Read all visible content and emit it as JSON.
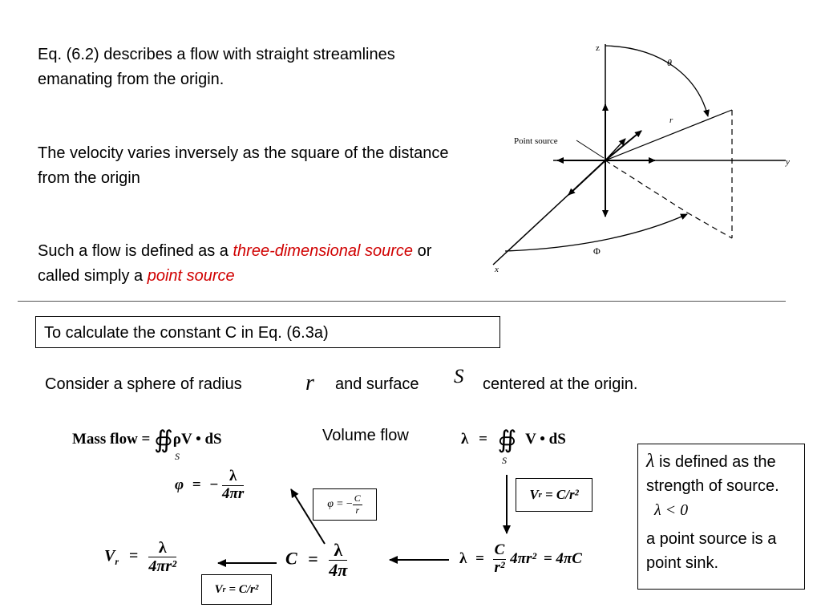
{
  "para1": "Eq. (6.2) describes a flow with straight streamlines emanating from the origin.",
  "para2": "The velocity varies inversely as the square of the distance from the origin",
  "para3": {
    "prefix": "Such a flow is defined as a ",
    "term1": "three-dimensional source",
    "middle": " or called simply a ",
    "term2": "point source"
  },
  "box_title": "To calculate the constant C in Eq. (6.3a)",
  "consider": {
    "part1": "Consider a sphere of radius",
    "r": "r",
    "part2": "and surface",
    "S": "S",
    "part3": "centered at the origin."
  },
  "mass_flow_label": "Mass flow =",
  "volume_flow_label": "Volume flow",
  "lambda_box": {
    "lambda": "λ",
    "line1": " is defined as the strength of source.",
    "condition": "λ < 0",
    "line2": "a point source is a point sink."
  },
  "figure": {
    "z": "z",
    "y": "y",
    "x": "x",
    "theta": "θ",
    "r": "r",
    "phi": "Φ",
    "point_source": "Point source"
  },
  "eq": {
    "lambda": "λ",
    "eq_sign": "=",
    "integral": "∯",
    "S": "S",
    "rho_V_dS": "ρV • dS",
    "V_dS": "V • dS",
    "phi": "φ",
    "minus": "−",
    "four_pi_r": "4πr",
    "four_pi": "4π",
    "four_pi_r2": "4πr²",
    "Vr": "V",
    "r_sub": "r",
    "C": "C",
    "r2": "r²",
    "r": "r",
    "Vr_eq": "= C/r²",
    "times_4pir2": "4πr²",
    "eq_4piC": "= 4πC"
  }
}
